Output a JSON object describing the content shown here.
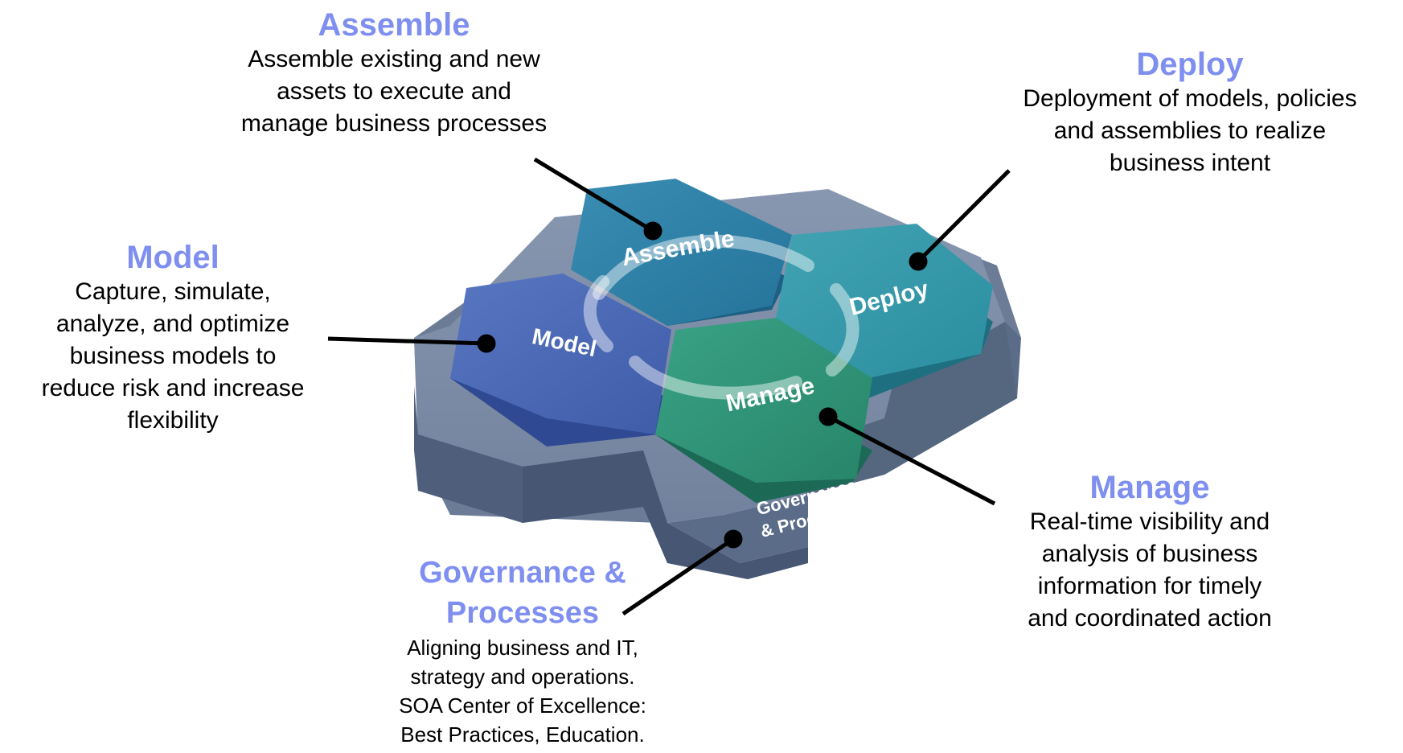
{
  "colors": {
    "heading": "#7f8ff0",
    "model_hex": "#4a67b5",
    "assemble_hex": "#2d7fa5",
    "deploy_hex": "#3598a8",
    "manage_hex": "#2f9377",
    "base_platform": "#7f8fa9"
  },
  "hexes": {
    "assemble": "Assemble",
    "model": "Model",
    "deploy": "Deploy",
    "manage": "Manage",
    "governance_line1": "Governance",
    "governance_line2": "& Processes"
  },
  "callouts": {
    "assemble": {
      "heading": "Assemble",
      "text": "Assemble existing and new\nassets to execute and\nmanage business processes"
    },
    "deploy": {
      "heading": "Deploy",
      "text": "Deployment of models, policies\nand assemblies to realize\nbusiness intent"
    },
    "model": {
      "heading": "Model",
      "text": "Capture, simulate,\nanalyze, and optimize\nbusiness models to\nreduce risk and increase\nflexibility"
    },
    "manage": {
      "heading": "Manage",
      "text": "Real-time visibility and\nanalysis of business\ninformation for timely\nand coordinated action"
    },
    "governance": {
      "heading": "Governance &\nProcesses",
      "text": "Aligning business and IT,\nstrategy and operations.\nSOA Center of Excellence:\nBest Practices, Education."
    }
  }
}
